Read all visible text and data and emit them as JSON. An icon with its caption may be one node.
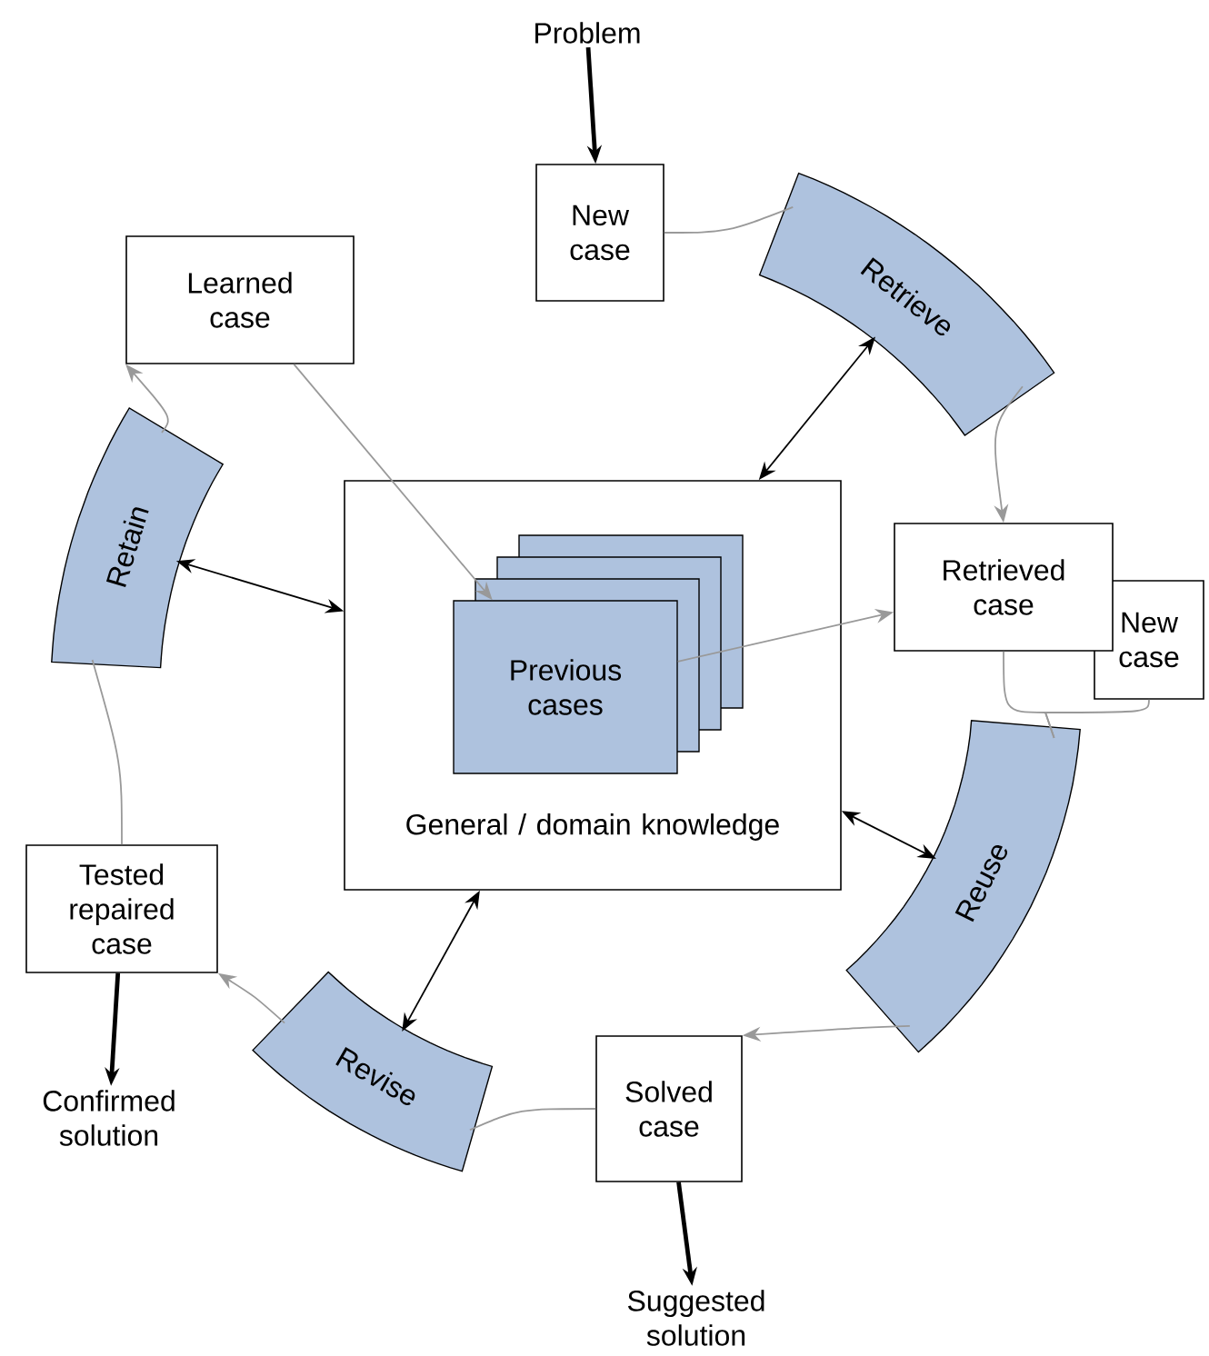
{
  "diagram": {
    "nodes": [
      {
        "text": [
          "Problem"
        ]
      },
      {
        "text": [
          "New case"
        ]
      },
      {
        "text": [
          "Retrieve"
        ]
      },
      {
        "text": [
          "Learned case"
        ]
      },
      {
        "text": [
          "Retain"
        ]
      },
      {
        "text": [
          "General / domain knowledge"
        ]
      },
      {
        "text": [
          "Previous cases"
        ],
        "in": 5
      },
      {
        "text": [
          "Retrieved case"
        ]
      },
      {
        "text": [
          "New case"
        ]
      },
      {
        "text": [
          "Tested repaired case"
        ]
      },
      {
        "text": [
          "Reuse"
        ]
      },
      {
        "text": [
          "Revise"
        ]
      },
      {
        "text": [
          "Solved case"
        ]
      },
      {
        "text": [
          "Confirmed solution"
        ]
      },
      {
        "text": [
          "Suggested solution"
        ]
      }
    ],
    "edges": [
      {
        "from": 0,
        "to": 1,
        "arrow": "to",
        "style": "thick",
        "color": "#000000"
      },
      {
        "from": 1,
        "to": 2,
        "arrow": "none"
      },
      {
        "from": 2,
        "to": 7,
        "arrow": "to"
      },
      {
        "from": 2,
        "to": 5,
        "arrow": "both",
        "color": "#000000"
      },
      {
        "from": 3,
        "to": 6,
        "arrow": "to"
      },
      {
        "from": 6,
        "to": 7,
        "arrow": "to"
      },
      {
        "from": 4,
        "to": 5,
        "arrow": "both",
        "color": "#000000"
      },
      {
        "from": 10,
        "to": 5,
        "arrow": "both",
        "color": "#000000"
      },
      {
        "from": 11,
        "to": 5,
        "arrow": "both",
        "color": "#000000"
      },
      {
        "from": 7,
        "to": 10,
        "arrow": "none"
      },
      {
        "from": 8,
        "to": 10,
        "arrow": "none"
      },
      {
        "from": 10,
        "to": 12,
        "arrow": "to"
      },
      {
        "from": 12,
        "to": 11,
        "arrow": "none"
      },
      {
        "from": 11,
        "to": 9,
        "arrow": "to"
      },
      {
        "from": 9,
        "to": 4,
        "arrow": "none"
      },
      {
        "from": 4,
        "to": 3,
        "arrow": "to"
      },
      {
        "from": 9,
        "to": 13,
        "arrow": "to",
        "style": "thick",
        "color": "#000000"
      },
      {
        "from": 12,
        "to": 14,
        "arrow": "to",
        "style": "thick",
        "color": "#000000"
      }
    ]
  }
}
